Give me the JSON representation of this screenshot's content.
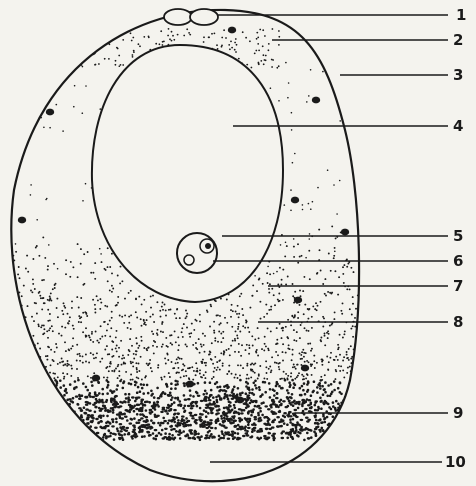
{
  "figure": {
    "colors": {
      "ink": "#1a1a1a",
      "paper": "#f4f3ee"
    },
    "labels": [
      "1",
      "2",
      "3",
      "4",
      "5",
      "6",
      "7",
      "8",
      "9",
      "10"
    ]
  }
}
